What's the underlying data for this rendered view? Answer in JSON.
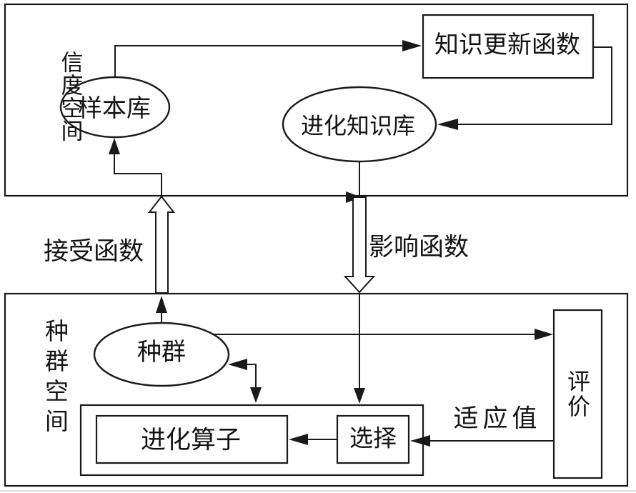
{
  "diagram": {
    "spaces": {
      "belief": {
        "label": "信度空间"
      },
      "population": {
        "label": "种群空间"
      }
    },
    "nodes": {
      "sample_library": {
        "label": "样本库"
      },
      "knowledge_update_function": {
        "label": "知识更新函数"
      },
      "evolution_knowledge_base": {
        "label": "进化知识库"
      },
      "population": {
        "label": "种群"
      },
      "evolution_operator": {
        "label": "进化算子"
      },
      "selection": {
        "label": "选择"
      },
      "evaluation": {
        "label": "评价"
      }
    },
    "edge_labels": {
      "accept_function": "接受函数",
      "influence_function": "影响函数",
      "fitness_value": "适应值"
    },
    "colors": {
      "stroke": "#1a1a1a",
      "background": "#ffffff"
    }
  }
}
